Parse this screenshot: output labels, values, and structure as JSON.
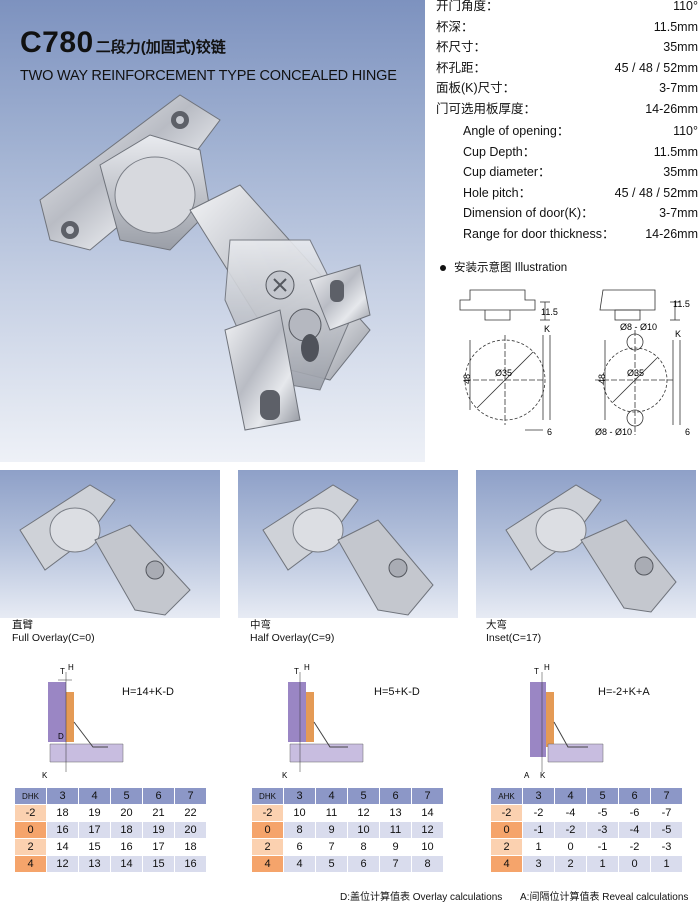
{
  "header": {
    "model": "C780",
    "title_cn": "二段力(加固式)铰链",
    "title_en": "TWO WAY REINFORCEMENT TYPE CONCEALED HINGE"
  },
  "specs_cn": [
    {
      "label": "开门角度：",
      "value": "110°"
    },
    {
      "label": "杯深：",
      "value": "11.5mm"
    },
    {
      "label": "杯尺寸：",
      "value": "35mm"
    },
    {
      "label": "杯孔距：",
      "value": "45 / 48 / 52mm"
    },
    {
      "label": "面板(K)尺寸：",
      "value": "3-7mm"
    },
    {
      "label": "门可选用板厚度：",
      "value": "14-26mm"
    }
  ],
  "specs_en": [
    {
      "label": "Angle of opening：",
      "value": "110°"
    },
    {
      "label": "Cup Depth：",
      "value": "11.5mm"
    },
    {
      "label": "Cup diameter：",
      "value": "35mm"
    },
    {
      "label": "Hole pitch：",
      "value": "45 / 48 / 52mm"
    },
    {
      "label": "Dimension of door(K)：",
      "value": "3-7mm"
    },
    {
      "label": "Range for door thickness：",
      "value": "14-26mm"
    }
  ],
  "illustration": {
    "title": "安装示意图 Illustration",
    "depth": "11.5",
    "dowel": "Ø8 - Ø10",
    "dowel2": "Ø8 - Ø10",
    "height": "48",
    "height2": "48",
    "diameter": "Ø35",
    "diameter2": "Ø35",
    "k": "K",
    "k2": "K",
    "six": "6",
    "six2": "6",
    "depth2": "11.5"
  },
  "types": [
    {
      "cn": "直臂",
      "en": "Full Overlay(C=0)",
      "formula": "H=14+K-D"
    },
    {
      "cn": "中弯",
      "en": "Half Overlay(C=9)",
      "formula": "H=5+K-D"
    },
    {
      "cn": "大弯",
      "en": "Inset(C=17)",
      "formula": "H=-2+K+A"
    }
  ],
  "diagram_labels": {
    "h": "H",
    "t": "T",
    "k": "K",
    "d": "D",
    "a": "A"
  },
  "tables": [
    {
      "corner_top": "D",
      "corner_mid": "H",
      "corner_k": "K",
      "header": [
        "3",
        "4",
        "5",
        "6",
        "7"
      ],
      "rows": [
        {
          "label": "-2",
          "cells": [
            "18",
            "19",
            "20",
            "21",
            "22"
          ]
        },
        {
          "label": "0",
          "cells": [
            "16",
            "17",
            "18",
            "19",
            "20"
          ]
        },
        {
          "label": "2",
          "cells": [
            "14",
            "15",
            "16",
            "17",
            "18"
          ]
        },
        {
          "label": "4",
          "cells": [
            "12",
            "13",
            "14",
            "15",
            "16"
          ]
        }
      ]
    },
    {
      "corner_top": "D",
      "corner_mid": "H",
      "corner_k": "K",
      "header": [
        "3",
        "4",
        "5",
        "6",
        "7"
      ],
      "rows": [
        {
          "label": "-2",
          "cells": [
            "10",
            "11",
            "12",
            "13",
            "14"
          ]
        },
        {
          "label": "0",
          "cells": [
            "8",
            "9",
            "10",
            "11",
            "12"
          ]
        },
        {
          "label": "2",
          "cells": [
            "6",
            "7",
            "8",
            "9",
            "10"
          ]
        },
        {
          "label": "4",
          "cells": [
            "4",
            "5",
            "6",
            "7",
            "8"
          ]
        }
      ]
    },
    {
      "corner_top": "A",
      "corner_mid": "H",
      "corner_k": "K",
      "header": [
        "3",
        "4",
        "5",
        "6",
        "7"
      ],
      "rows": [
        {
          "label": "-2",
          "cells": [
            "-2",
            "-4",
            "-5",
            "-6",
            "-7"
          ]
        },
        {
          "label": "0",
          "cells": [
            "-1",
            "-2",
            "-3",
            "-4",
            "-5"
          ]
        },
        {
          "label": "2",
          "cells": [
            "1",
            "0",
            "-1",
            "-2",
            "-3"
          ]
        },
        {
          "label": "4",
          "cells": [
            "3",
            "2",
            "1",
            "0",
            "1"
          ]
        }
      ]
    }
  ],
  "notes": {
    "overlay": "D:盖位计算值表  Overlay calculations",
    "reveal": "A:间隔位计算值表  Reveal calculations"
  },
  "colors": {
    "table_header": "#8c97c7",
    "row_label": "#f5a46b",
    "row_alt": "#d9dced",
    "door_purple": "#9a86c4",
    "plate_orange": "#e49a55"
  }
}
